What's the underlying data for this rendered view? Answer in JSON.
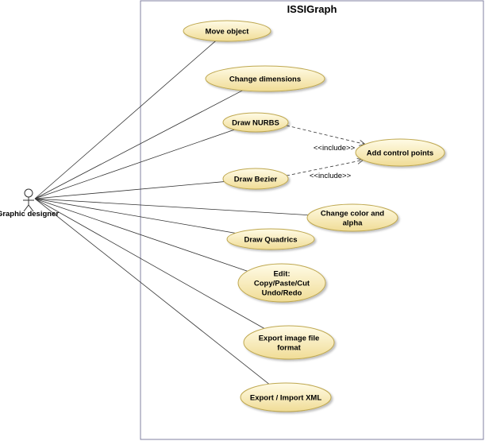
{
  "system": {
    "title": "ISSIGraph"
  },
  "actor": {
    "name": "Graphic designer"
  },
  "use_cases": [
    {
      "id": "move-object",
      "lines": [
        "Move object"
      ]
    },
    {
      "id": "change-dimensions",
      "lines": [
        "Change dimensions"
      ]
    },
    {
      "id": "draw-nurbs",
      "lines": [
        "Draw NURBS"
      ]
    },
    {
      "id": "draw-bezier",
      "lines": [
        "Draw Bezier"
      ]
    },
    {
      "id": "add-control-points",
      "lines": [
        "Add control points"
      ]
    },
    {
      "id": "change-color-alpha",
      "lines": [
        "Change color and",
        "alpha"
      ]
    },
    {
      "id": "draw-quadrics",
      "lines": [
        "Draw Quadrics"
      ]
    },
    {
      "id": "edit",
      "lines": [
        "Edit:",
        "Copy/Paste/Cut",
        "Undo/Redo"
      ]
    },
    {
      "id": "export-image",
      "lines": [
        "Export image file",
        "format"
      ]
    },
    {
      "id": "export-import-xml",
      "lines": [
        "Export  / Import XML"
      ]
    }
  ],
  "associations": [
    "move-object",
    "change-dimensions",
    "draw-nurbs",
    "draw-bezier",
    "change-color-alpha",
    "draw-quadrics",
    "edit",
    "export-image",
    "export-import-xml"
  ],
  "includes": [
    {
      "from": "draw-nurbs",
      "to": "add-control-points",
      "label": "<<include>>"
    },
    {
      "from": "draw-bezier",
      "to": "add-control-points",
      "label": "<<include>>"
    }
  ],
  "colors": {
    "usecase_fill_light": "#fffbe6",
    "usecase_fill_dark": "#f0dc96",
    "usecase_stroke": "#bfa850",
    "boundary": "#8080a0",
    "line": "#333333"
  }
}
